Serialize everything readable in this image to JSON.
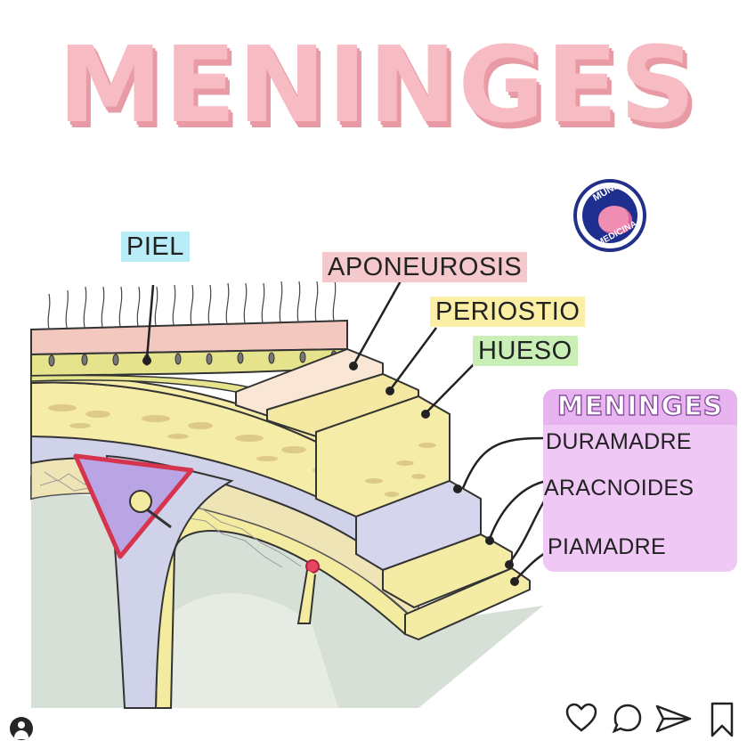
{
  "title": "MENINGES",
  "labels": {
    "piel": "PIEL",
    "aponeurosis": "APONEUROSIS",
    "periostio": "PERIOSTIO",
    "hueso": "HUESO"
  },
  "meninges_panel": {
    "heading": "MENINGES",
    "items": [
      "DURAMADRE",
      "ARACNOIDES",
      "PIAMADRE"
    ]
  },
  "logo": {
    "top_text": "MUNDO",
    "bottom_text": "MEDICINA"
  },
  "colors": {
    "title_pink": "#f7bcc3",
    "skin": "#f3c9bf",
    "dermis": "#e6e38d",
    "bone": "#f5eca8",
    "dura": "#cfd2e8",
    "arachnoid": "#f1e8a0",
    "brain": "#d7e0d6",
    "panel": "#f0c8f6"
  },
  "social_icons": [
    "avatar-icon",
    "heart-icon",
    "comment-icon",
    "share-icon",
    "bookmark-icon"
  ]
}
